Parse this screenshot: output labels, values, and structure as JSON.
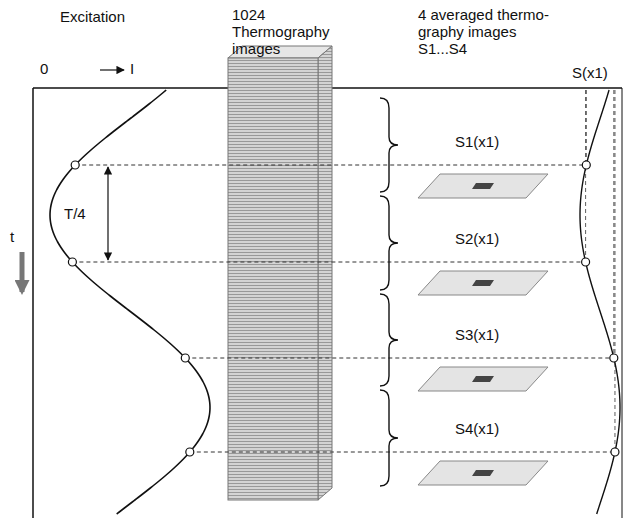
{
  "diagram": {
    "labels": [
      "Excitation",
      "1024 Thermography images",
      "4 averaged thermo- graphy images S1...S4",
      "0",
      "I",
      "T/4",
      "t",
      "S1(x1)",
      "S2(x1)",
      "S3(x1)",
      "S4(x1)",
      "S(x1)"
    ]
  }
}
